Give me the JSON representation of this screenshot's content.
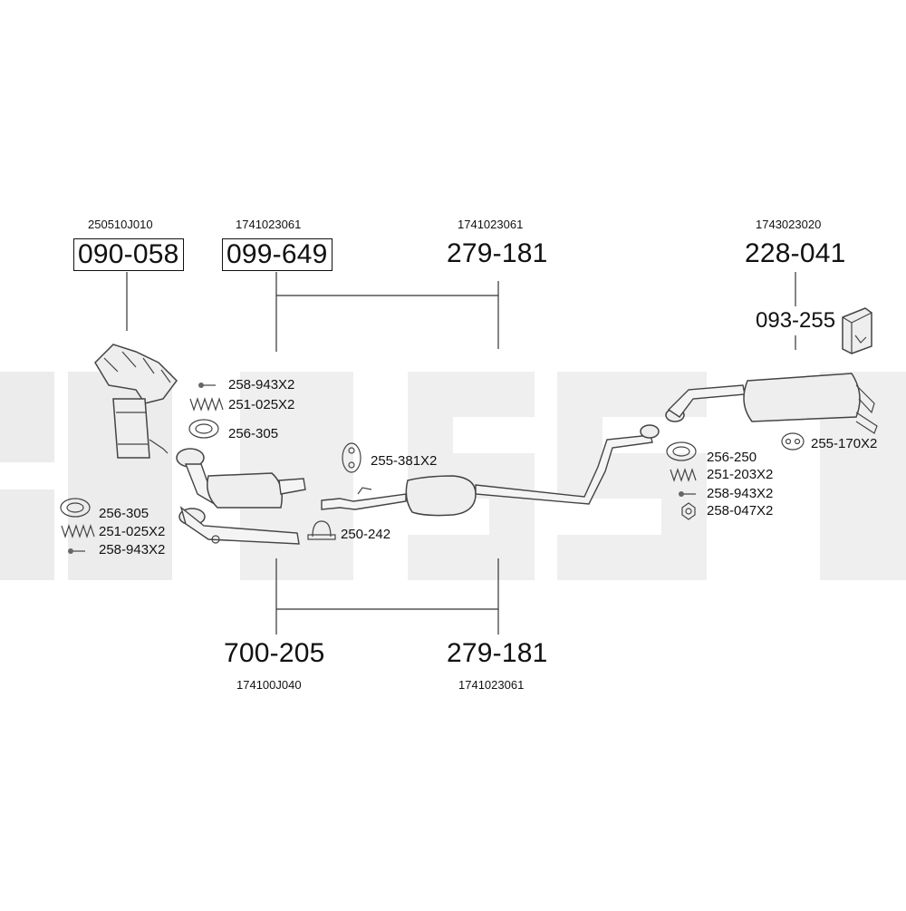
{
  "watermark": "BOSAL",
  "assemblies": {
    "manifold": {
      "ref": "250510J010",
      "code": "090-058"
    },
    "front_pipe": {
      "ref": "1741023061",
      "code": "099-649"
    },
    "center_upper": {
      "ref": "1741023061",
      "code": "279-181"
    },
    "rear_muffler": {
      "ref": "1743023020",
      "code": "228-041"
    },
    "fitting_kit": {
      "code": "093-255"
    },
    "down_pipe": {
      "ref": "174100J040",
      "code": "700-205"
    },
    "center_lower": {
      "ref": "1741023061",
      "code": "279-181"
    }
  },
  "parts": {
    "p1": "258-943X2",
    "p2": "251-025X2",
    "p3": "256-305",
    "p4": "256-305",
    "p5": "251-025X2",
    "p6": "258-943X2",
    "p7": "255-381X2",
    "p8": "250-242",
    "p9": "256-250",
    "p10": "251-203X2",
    "p11": "258-943X2",
    "p12": "258-047X2",
    "p13": "255-170X2"
  }
}
